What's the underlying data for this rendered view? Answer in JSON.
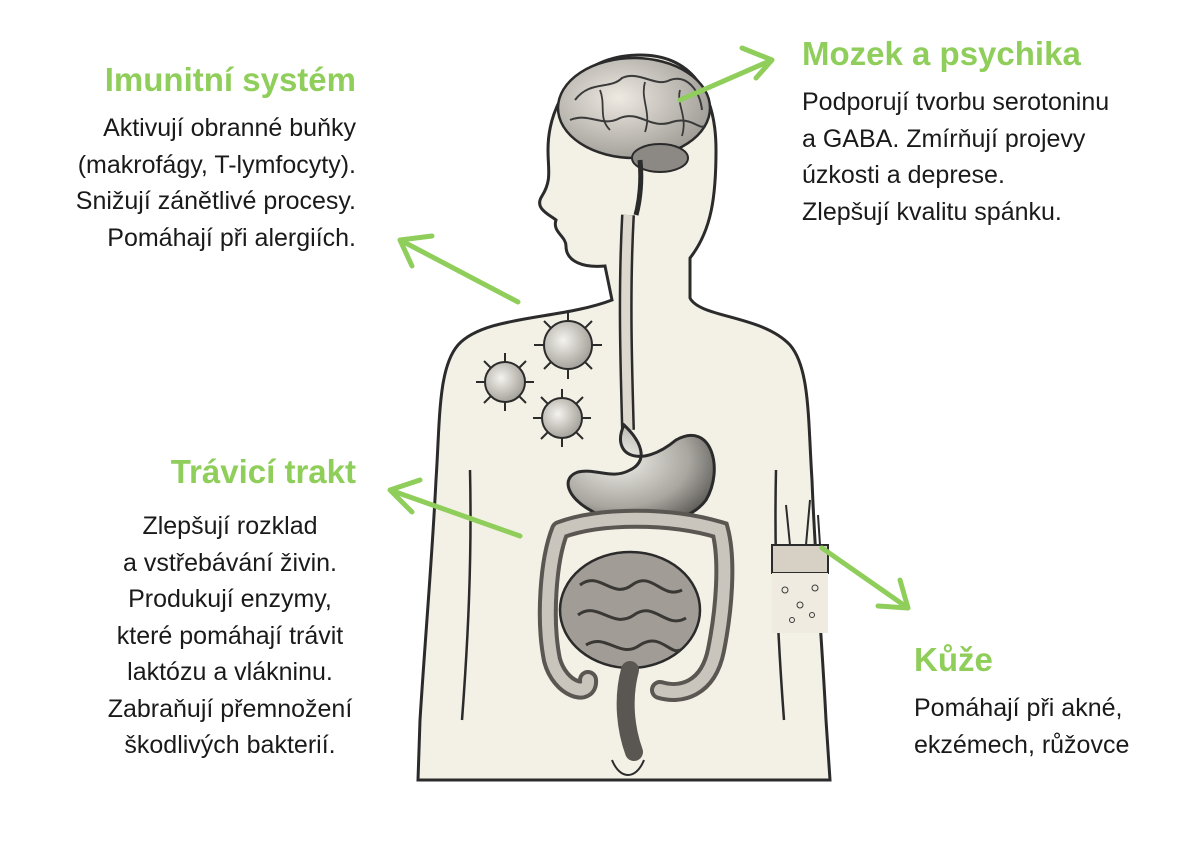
{
  "colors": {
    "accent": "#8fce5a",
    "text": "#1a1a1a",
    "body_fill": "#f3f0e6",
    "outline": "#2b2b2b"
  },
  "sections": {
    "immune": {
      "title": "Imunitní systém",
      "lines": [
        "Aktivují obranné buňky",
        "(makrofágy, T-lymfocyty).",
        "Snižují zánětlivé procesy.",
        "Pomáhají při alergiích."
      ]
    },
    "brain": {
      "title": "Mozek a psychika",
      "lines": [
        "Podporují tvorbu serotoninu",
        "a GABA. Zmírňují projevy",
        "úzkosti a deprese.",
        "Zlepšují kvalitu spánku."
      ]
    },
    "digestive": {
      "title": "Trávicí trakt",
      "lines": [
        "Zlepšují rozklad",
        "a vstřebávání živin.",
        "Produkují enzymy,",
        "které pomáhají trávit",
        "laktózu a vlákninu.",
        "Zabraňují přemnožení",
        "škodlivých bakterií."
      ]
    },
    "skin": {
      "title": "Kůže",
      "lines": [
        "Pomáhají při akné,",
        "ekzémech, růžovce"
      ]
    }
  },
  "icons": [
    "human-body-illustration",
    "brain-icon",
    "virus-icon",
    "stomach-icon",
    "intestines-icon",
    "skin-layer-icon",
    "arrow-icon"
  ]
}
